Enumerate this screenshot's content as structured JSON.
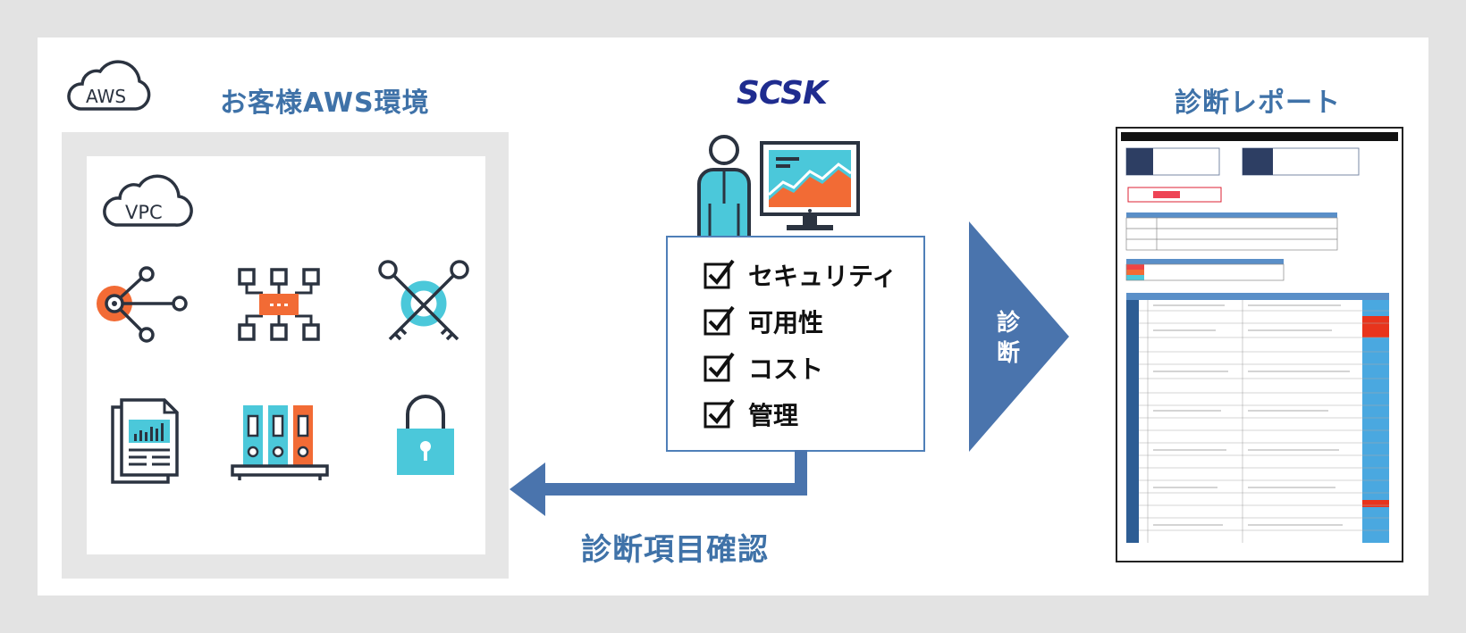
{
  "panel_titles": {
    "customer_env": "お客様AWS環境",
    "vendor": "SCSK",
    "report": "診断レポート"
  },
  "cloud_labels": {
    "aws": "AWS",
    "vpc": "VPC"
  },
  "check_items": [
    {
      "label": "セキュリティ"
    },
    {
      "label": "可用性"
    },
    {
      "label": "コスト"
    },
    {
      "label": "管理"
    }
  ],
  "arrows": {
    "diagnose": "診断",
    "confirm_items": "診断項目確認"
  },
  "colors": {
    "title_blue": "#3f72a8",
    "brand_navy": "#1f2c8f",
    "accent_orange": "#f26b35",
    "accent_cyan": "#4bc8da",
    "arrow_blue": "#4a74ad",
    "dark_outline": "#2b3340"
  },
  "icons": [
    "aws-cloud-icon",
    "vpc-cloud-icon",
    "network-nodes-icon",
    "org-chart-icon",
    "keys-icon",
    "document-chart-icon",
    "binders-icon",
    "padlock-icon",
    "person-icon",
    "monitor-chart-icon",
    "checkbox-icon"
  ]
}
